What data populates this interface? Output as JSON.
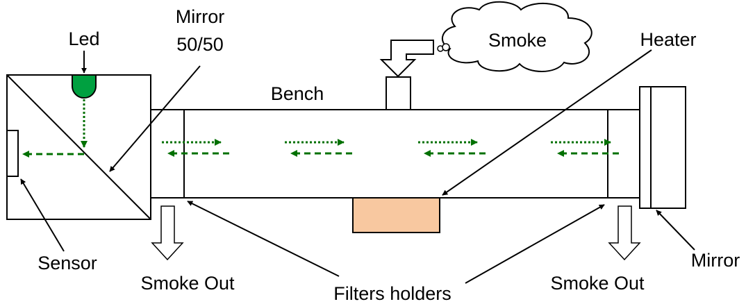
{
  "labels": {
    "led": "Led",
    "mirror_5050_line1": "Mirror",
    "mirror_5050_line2": "50/50",
    "bench": "Bench",
    "smoke": "Smoke",
    "heater": "Heater",
    "sensor": "Sensor",
    "smoke_out_left": "Smoke Out",
    "filters_holders": "Filters holders",
    "smoke_out_right": "Smoke Out",
    "mirror_right": "Mirror"
  },
  "colors": {
    "beam": "#007000",
    "led": "#00a040",
    "heater": "#f8c8a0",
    "outline": "#000000",
    "arrow_fill": "#ffffff"
  }
}
